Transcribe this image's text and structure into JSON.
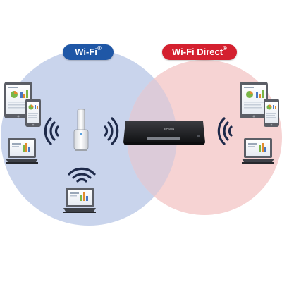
{
  "labels": {
    "wifi": {
      "text": "Wi-Fi",
      "mark": "®"
    },
    "wifi_direct": {
      "text": "Wi-Fi Direct",
      "mark": "®"
    }
  },
  "printer_brand": "EPSON",
  "colors": {
    "wifi_zone": "#c9d4ec",
    "direct_zone": "#f6d3d3",
    "overlap_zone": "#dccbd9",
    "wifi_badge": "#1f57a6",
    "direct_badge": "#d4202f",
    "signal_wave": "#1e2a4a",
    "device_frame": "#5b5e66",
    "printer_body": "#1b1c1f"
  },
  "icons": [
    "tablet-icon",
    "smartphone-icon",
    "laptop-icon",
    "access-point-icon",
    "printer-icon",
    "wireless-signal-icon"
  ]
}
